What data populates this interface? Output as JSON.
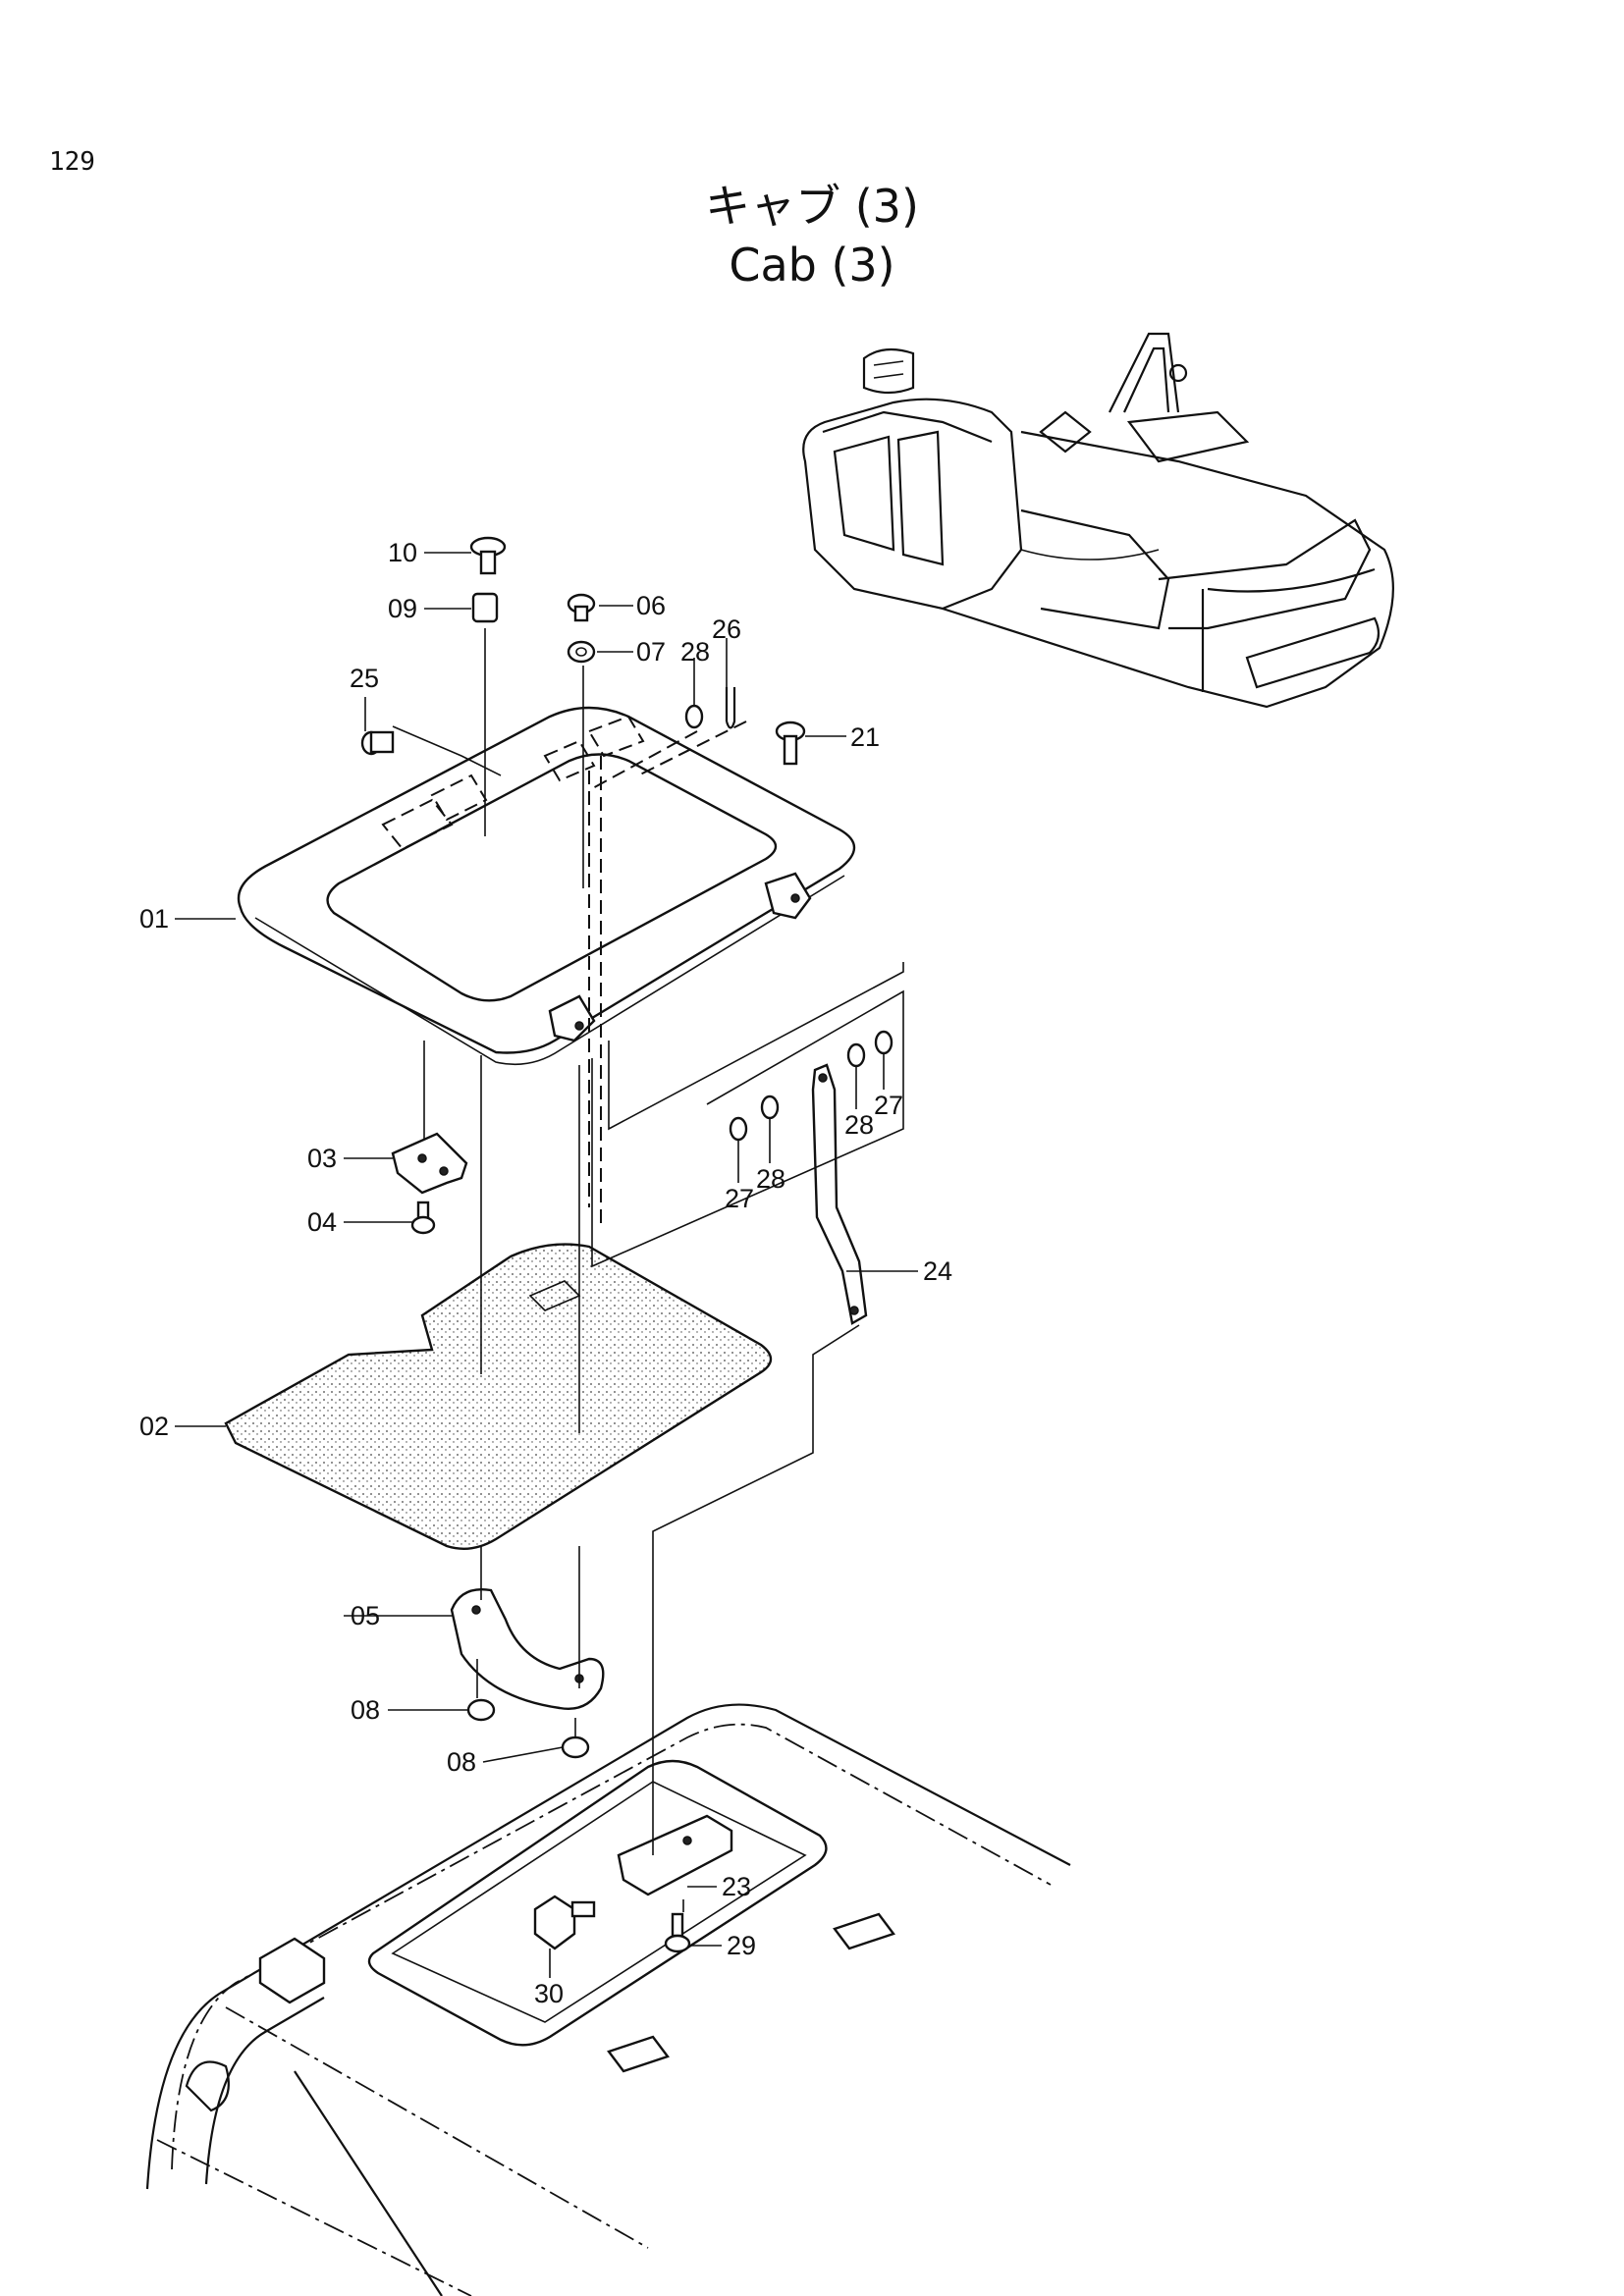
{
  "page": {
    "number": "129"
  },
  "title": {
    "japanese": "キャブ (3)",
    "english": "Cab (3)"
  },
  "callouts": {
    "c01": "01",
    "c02": "02",
    "c03": "03",
    "c04": "04",
    "c05": "05",
    "c06": "06",
    "c07": "07",
    "c08a": "08",
    "c08b": "08",
    "c09": "09",
    "c10": "10",
    "c21": "21",
    "c23": "23",
    "c24": "24",
    "c25": "25",
    "c26": "26",
    "c27a": "27",
    "c27b": "27",
    "c28a": "28",
    "c28b": "28",
    "c28c": "28",
    "c29": "29",
    "c30": "30"
  }
}
